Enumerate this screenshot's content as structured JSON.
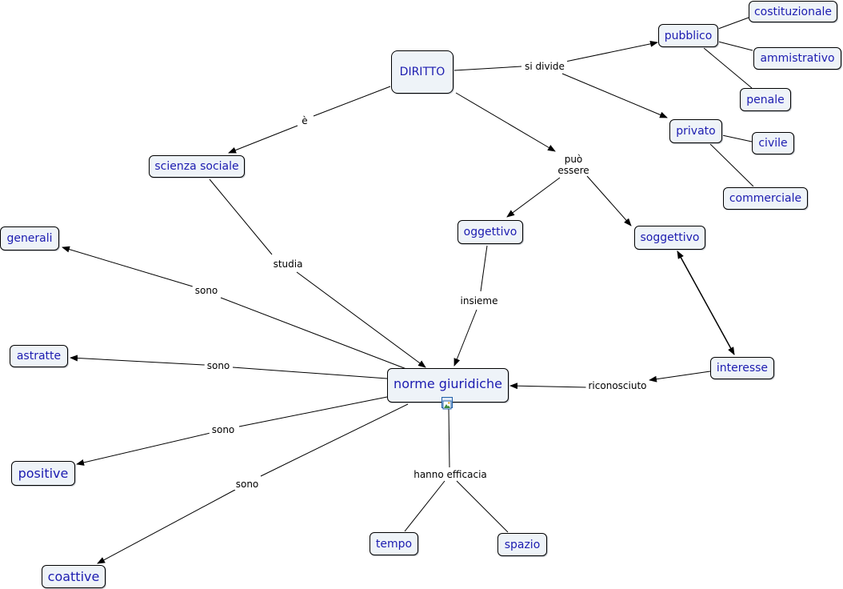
{
  "map": {
    "nodes": {
      "diritto": "DIRITTO",
      "pubblico": "pubblico",
      "costituzionale": "costituzionale",
      "ammistrativo": "ammistrativo",
      "penale": "penale",
      "privato": "privato",
      "civile": "civile",
      "commerciale": "commerciale",
      "scienza_sociale": "scienza sociale",
      "oggettivo": "oggettivo",
      "soggettivo": "soggettivo",
      "generali": "generali",
      "astratte": "astratte",
      "positive": "positive",
      "coattive": "coattive",
      "norme_giuridiche": "norme giuridiche",
      "interesse": "interesse",
      "tempo": "tempo",
      "spazio": "spazio"
    },
    "links": {
      "si_divide": "si divide",
      "e": "è",
      "puo_essere": "può\nessere",
      "studia": "studia",
      "insieme": "insieme",
      "sono_generali": "sono",
      "sono_astratte": "sono",
      "sono_positive": "sono",
      "sono_coattive": "sono",
      "riconosciuto": "riconosciuto",
      "hanno_efficacia": "hanno efficacia"
    },
    "icons": {
      "attachment": "image-icon"
    },
    "colors": {
      "node_fill": "#eef3f8",
      "node_text": "#1c1cb0",
      "line": "#000000"
    }
  }
}
